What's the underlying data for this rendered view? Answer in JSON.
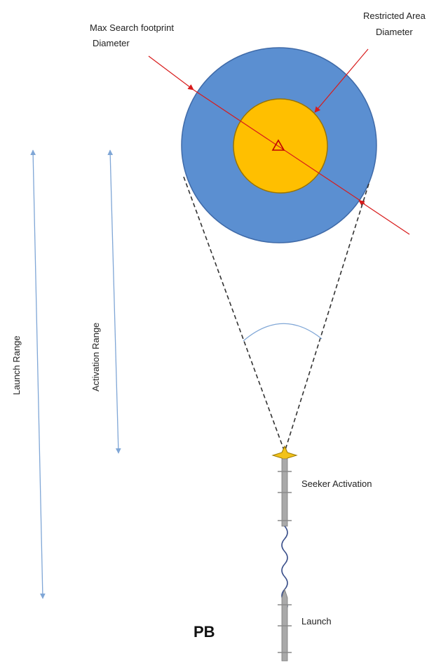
{
  "labels": {
    "max_search_line1": "Max Search footprint",
    "max_search_line2": "Diameter",
    "restricted_line1": "Restricted Area",
    "restricted_line2": "Diameter",
    "launch_range": "Launch Range",
    "activation_range": "Activation  Range",
    "seeker_activation": "Seeker Activation",
    "launch": "Launch",
    "pb": "PB"
  },
  "colors": {
    "footprint_circle": "#5b8fd1",
    "footprint_stroke": "#3f6aa8",
    "restricted_circle": "#ffbf00",
    "restricted_stroke": "#b88a00",
    "red_arrow": "#d81b1b",
    "range_arrow": "#7fa6d6",
    "dashed_line": "#333333",
    "angle_arc": "#7fa6d6",
    "projectile": "#a9a9a9",
    "activation_star": "#f2c21a"
  },
  "icons": {
    "target": "triangle-target-icon",
    "activation": "activation-star-icon",
    "trajectory": "wavy-trajectory-icon"
  }
}
